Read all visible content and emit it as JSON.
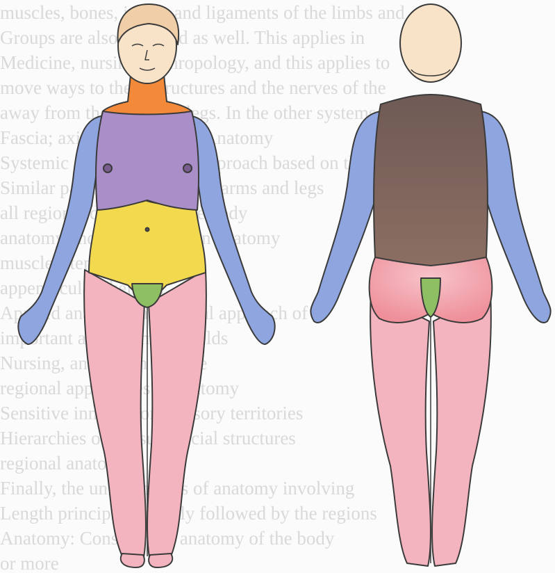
{
  "background_text": [
    "muscles, bones, joints, and ligaments of the limbs and",
    "Groups are also involved as well. This applies in",
    "Medicine, nursing, anthropology, and this applies to",
    "move ways to these structures and the nerves of the",
    "away from the arms and legs. In the other systems",
    "Fascia; axial appendicular, Anatomy",
    "Systemic organization: an approach based on the",
    "Similar pattern involving the arms and legs",
    "all regional divisions of the body",
    "anatomy and systemic Latin anatomy",
    "muscles, tendons, bones",
    "appendicular skeleton",
    "Applied anatomy; a regional approach of",
    "important areas in many fields",
    "Nursing, and health science",
    "regional approaches to anatomy",
    "Sensitive innervation, sensory territories",
    "Hierarchies of the superficial structures",
    "regional anatomy",
    "Finally, the uniform laws of anatomy involving",
    "Length principle typically followed by the regions",
    "Anatomy: Consider the anatomy of the body",
    "or more"
  ],
  "regions": {
    "front_view": [
      "head",
      "neck",
      "chest",
      "abdomen",
      "groin",
      "left-arm",
      "right-arm",
      "left-leg",
      "right-leg"
    ],
    "back_view": [
      "head",
      "back",
      "buttocks",
      "gluteal-cleft",
      "left-arm",
      "right-arm",
      "left-leg",
      "right-leg"
    ]
  },
  "colors": {
    "skin": "#f8e3c8",
    "hair": "#f0cfa8",
    "neck": "#f28a3a",
    "chest": "#a98ec8",
    "abdomen": "#f2d94e",
    "groin": "#8fbf63",
    "arms": "#8fa5e0",
    "legs": "#f4b4bf",
    "back": "#7d6358",
    "buttocks": "#f3a6ae",
    "outline": "#3a3a3a"
  }
}
